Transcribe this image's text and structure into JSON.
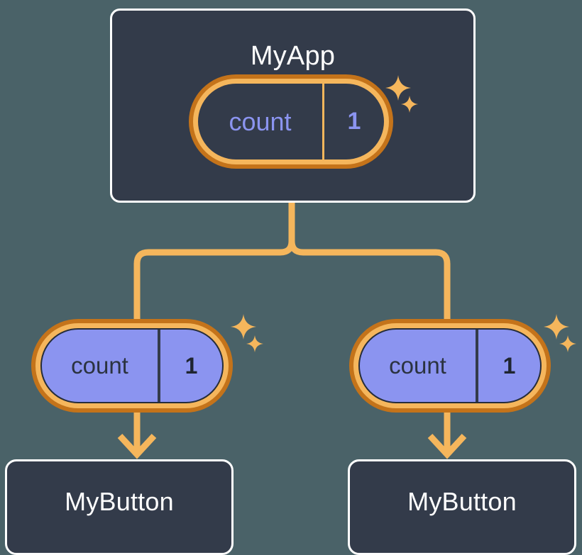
{
  "diagram": {
    "background_color": "#4a6268",
    "accent_color": "#f5b65c",
    "accent_dark_color": "#c4731a",
    "state_color": "#8b94f0",
    "node_fill_color": "#333b4a"
  },
  "app_node": {
    "title": "MyApp",
    "state": {
      "key": "count",
      "value": "1"
    }
  },
  "children": [
    {
      "state": {
        "key": "count",
        "value": "1"
      },
      "button_label": "MyButton"
    },
    {
      "state": {
        "key": "count",
        "value": "1"
      },
      "button_label": "MyButton"
    }
  ],
  "icons": {
    "sparkle": "sparkle-icon",
    "arrow_down": "arrow-down-icon"
  }
}
